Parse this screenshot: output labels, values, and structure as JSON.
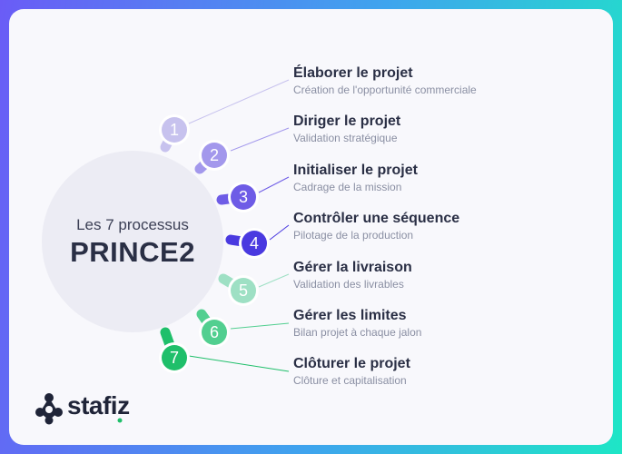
{
  "circle": {
    "subtitle": "Les 7 processus",
    "title": "PRINCE2"
  },
  "steps": [
    {
      "number": "1",
      "title": "Élaborer le projet",
      "description": "Création de l'opportunité commerciale",
      "color": "#c7c2ee"
    },
    {
      "number": "2",
      "title": "Diriger le projet",
      "description": "Validation stratégique",
      "color": "#a398ec"
    },
    {
      "number": "3",
      "title": "Initialiser le projet",
      "description": "Cadrage de la mission",
      "color": "#6e5ce6"
    },
    {
      "number": "4",
      "title": "Contrôler une séquence",
      "description": "Pilotage de la production",
      "color": "#4a3ae0"
    },
    {
      "number": "5",
      "title": "Gérer la livraison",
      "description": "Validation des livrables",
      "color": "#9ee0c4"
    },
    {
      "number": "6",
      "title": "Gérer les limites",
      "description": "Bilan projet à chaque jalon",
      "color": "#52cf90"
    },
    {
      "number": "7",
      "title": "Clôturer le projet",
      "description": "Clôture et capitalisation",
      "color": "#1fbf6a"
    }
  ],
  "logo": {
    "text": "stafiz",
    "icon": "stafiz-logo-icon",
    "colors": {
      "mark": "#1f2438",
      "dot": "#1fbf6a"
    }
  }
}
